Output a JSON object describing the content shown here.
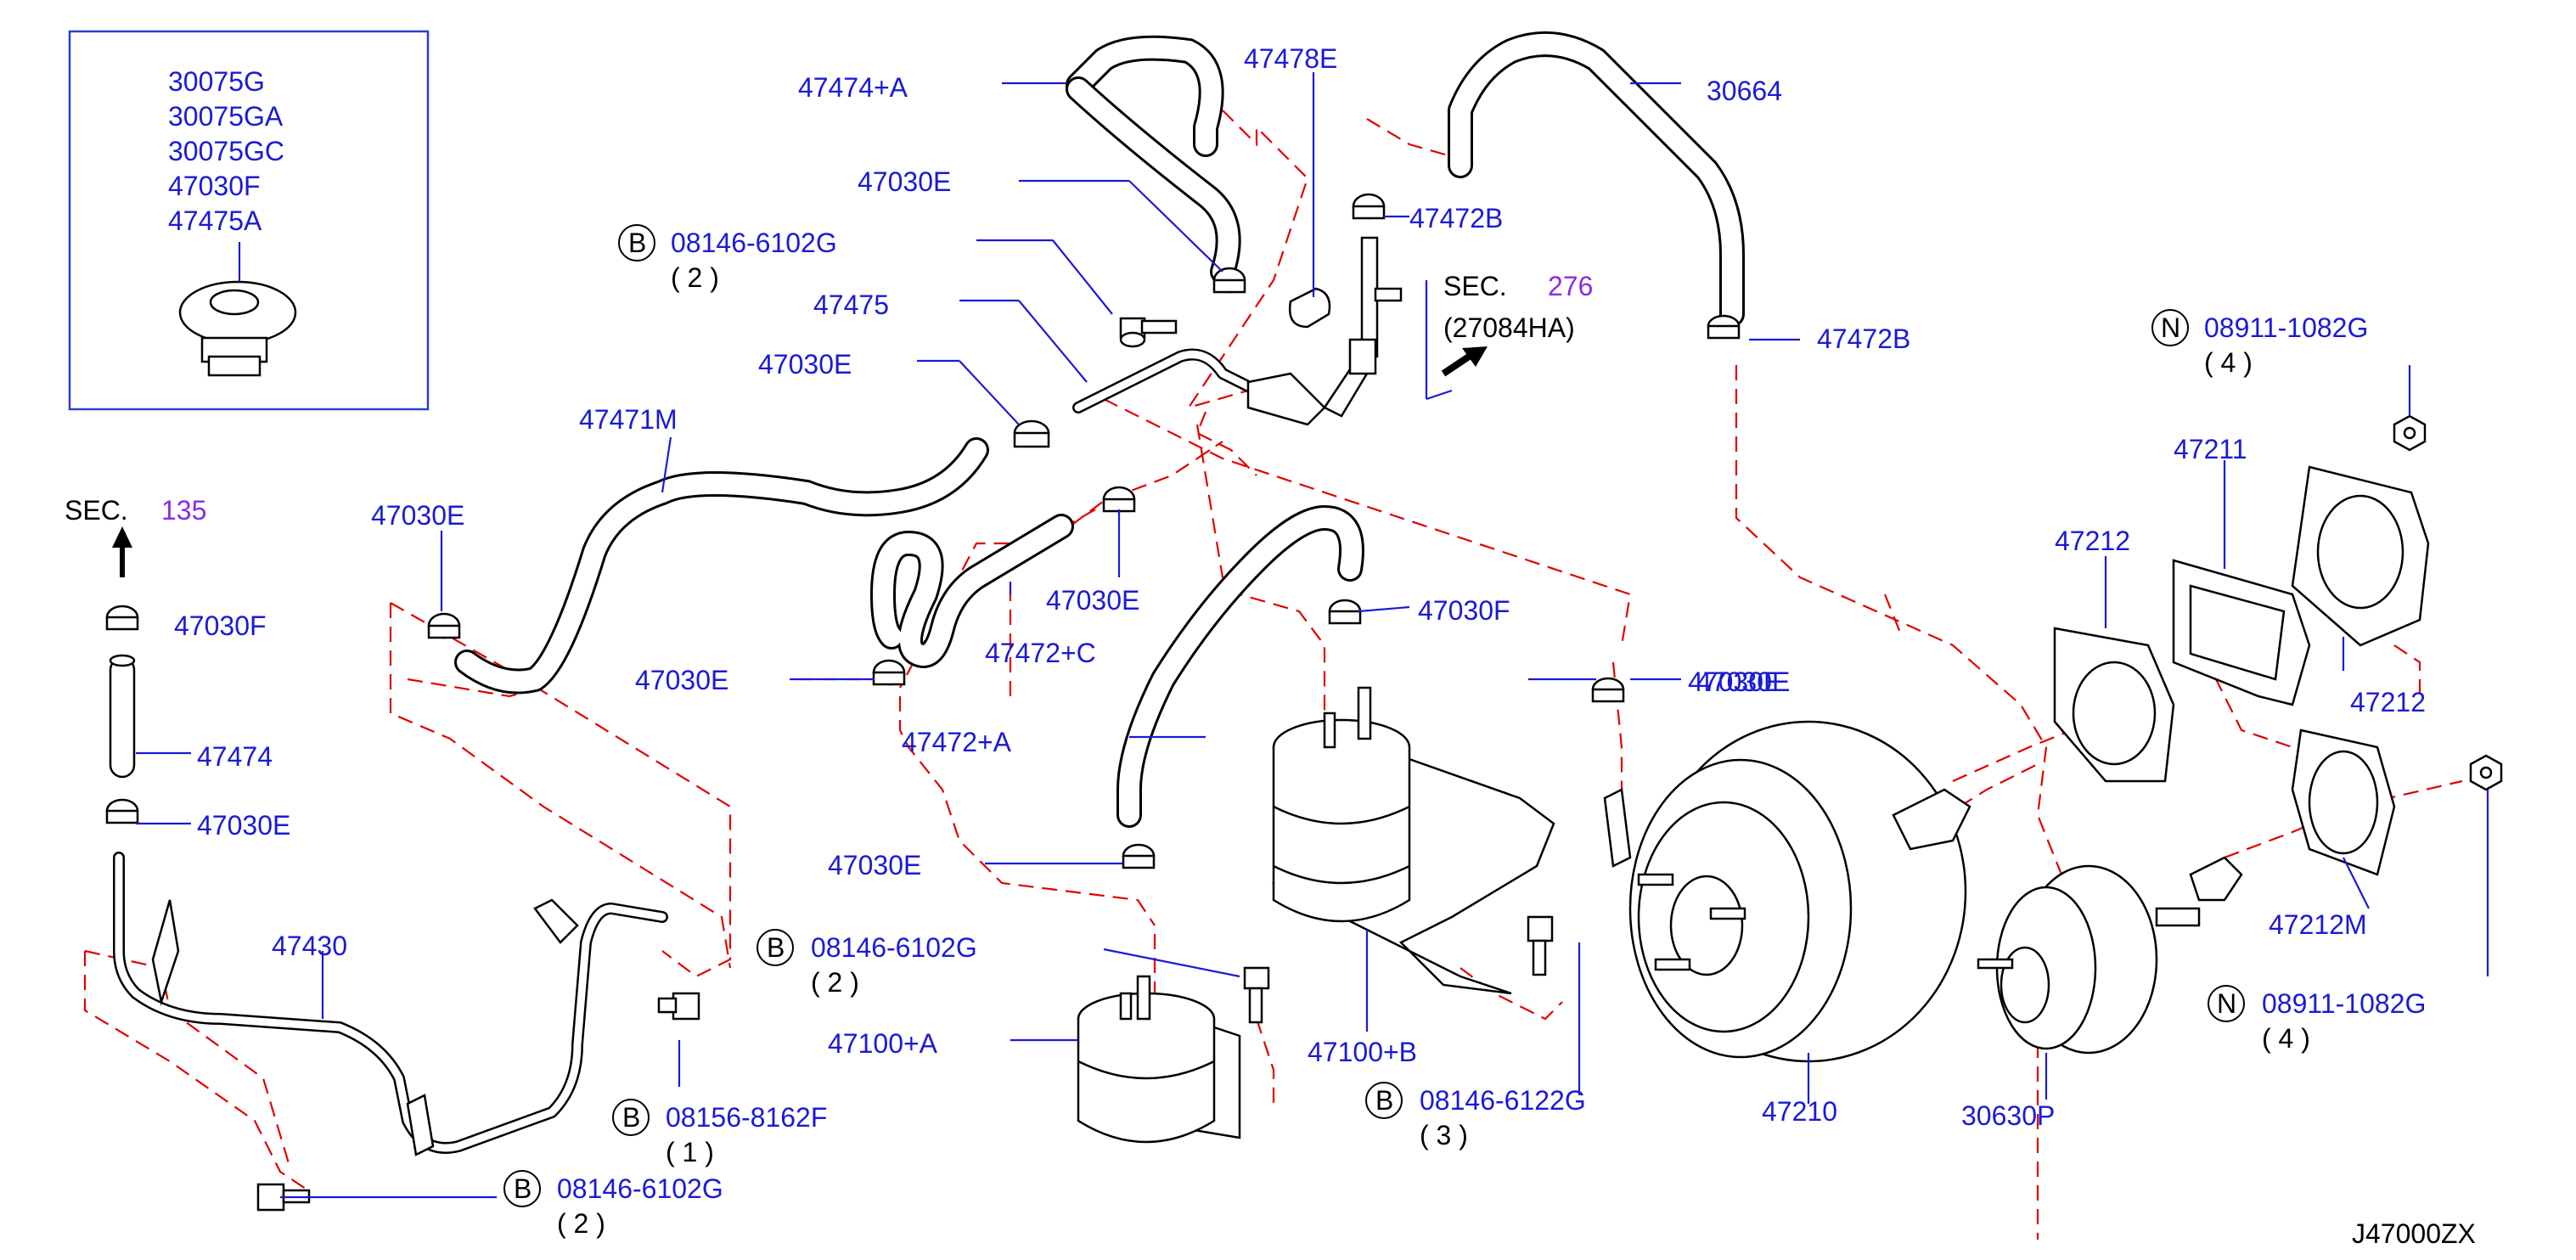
{
  "diagram_code": "J47000ZX",
  "inset_parts": [
    "30075G",
    "30075GA",
    "30075GC",
    "47030F",
    "47475A"
  ],
  "section_refs": {
    "sec135": {
      "label": "SEC.",
      "number": "135"
    },
    "sec276": {
      "label": "SEC.",
      "number": "276",
      "sub": "(27084HA)"
    }
  },
  "callouts": {
    "c47474A": "47474+A",
    "c47478E": "47478E",
    "c30664": "30664",
    "c47030E_a": "47030E",
    "c47472B_a": "47472B",
    "c47472B_b": "47472B",
    "c47475": "47475",
    "c47030E_b": "47030E",
    "c47471M": "47471M",
    "c47030E_c": "47030E",
    "c47030E_d": "47030E",
    "c47030F_left": "47030F",
    "c47030E_e": "47030E",
    "c4747C": "47472+C",
    "c47030E_f": "47030E",
    "c47030F": "47030F",
    "c47472A": "47472+A",
    "c47030E_g": "47030E",
    "c47474": "47474",
    "c47030E_h": "47030E",
    "c47430": "47430",
    "c47030E_i": "47030E",
    "c47100A": "47100+A",
    "c47100B": "47100+B",
    "c47210": "47210",
    "c30630P": "30630P",
    "c47211": "47211",
    "c47212_a": "47212",
    "c47212_b": "47212",
    "c47212M": "47212M"
  },
  "fasteners": [
    {
      "key": "f1",
      "symbol": "B",
      "part": "08146-6102G",
      "qty": "( 2 )"
    },
    {
      "key": "f2",
      "symbol": "B",
      "part": "08146-6102G",
      "qty": "( 2 )"
    },
    {
      "key": "f3",
      "symbol": "B",
      "part": "08156-8162F",
      "qty": "( 1 )"
    },
    {
      "key": "f4",
      "symbol": "B",
      "part": "08146-6102G",
      "qty": "( 2 )"
    },
    {
      "key": "f5",
      "symbol": "B",
      "part": "08146-6122G",
      "qty": "( 3 )"
    },
    {
      "key": "f6",
      "symbol": "N",
      "part": "08911-1082G",
      "qty": "( 4 )"
    },
    {
      "key": "f7",
      "symbol": "N",
      "part": "08911-1082G",
      "qty": "( 4 )"
    }
  ],
  "colors": {
    "part_number": "#1a1ad6",
    "leader": "#1a1ad6",
    "phantom": "#e00000",
    "section_number": "#8a2be2",
    "outline": "#000000"
  }
}
